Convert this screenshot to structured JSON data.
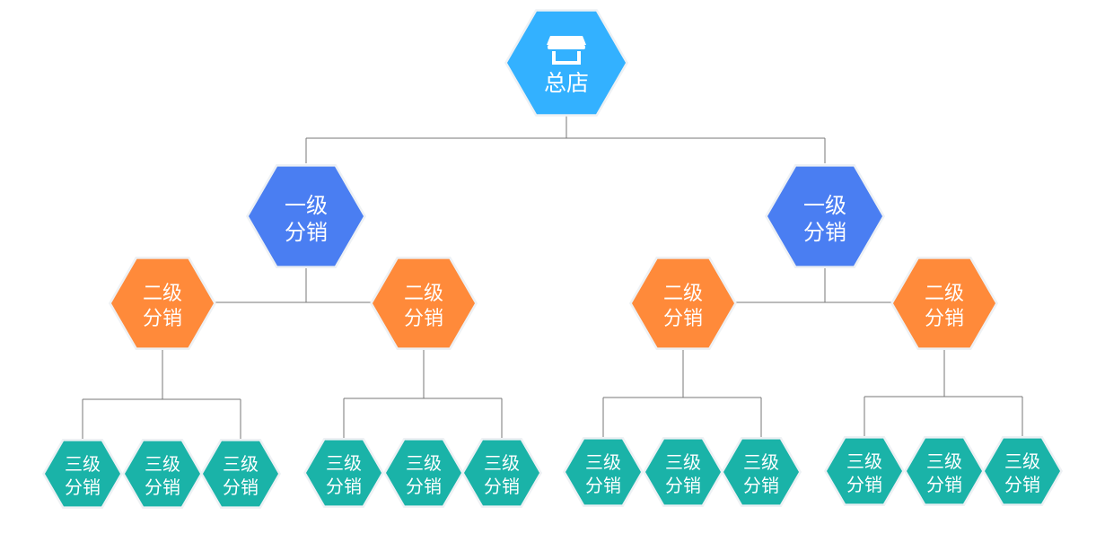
{
  "colors": {
    "root": "#33b1ff",
    "level1": "#4a7ef2",
    "level2": "#ff8a3a",
    "level3": "#1ab3a8",
    "outline": "#eef1f4",
    "connector": "#777777"
  },
  "root": {
    "icon": "store-icon",
    "label": "总店",
    "children": [
      {
        "line1": "一级",
        "line2": "分销",
        "children": [
          {
            "line1": "二级",
            "line2": "分销",
            "children": [
              {
                "line1": "三级",
                "line2": "分销"
              },
              {
                "line1": "三级",
                "line2": "分销"
              },
              {
                "line1": "三级",
                "line2": "分销"
              }
            ]
          },
          {
            "line1": "二级",
            "line2": "分销",
            "children": [
              {
                "line1": "三级",
                "line2": "分销"
              },
              {
                "line1": "三级",
                "line2": "分销"
              },
              {
                "line1": "三级",
                "line2": "分销"
              }
            ]
          }
        ]
      },
      {
        "line1": "一级",
        "line2": "分销",
        "children": [
          {
            "line1": "二级",
            "line2": "分销",
            "children": [
              {
                "line1": "三级",
                "line2": "分销"
              },
              {
                "line1": "三级",
                "line2": "分销"
              },
              {
                "line1": "三级",
                "line2": "分销"
              }
            ]
          },
          {
            "line1": "二级",
            "line2": "分销",
            "children": [
              {
                "line1": "三级",
                "line2": "分销"
              },
              {
                "line1": "三级",
                "line2": "分销"
              },
              {
                "line1": "三级",
                "line2": "分销"
              }
            ]
          }
        ]
      }
    ]
  }
}
